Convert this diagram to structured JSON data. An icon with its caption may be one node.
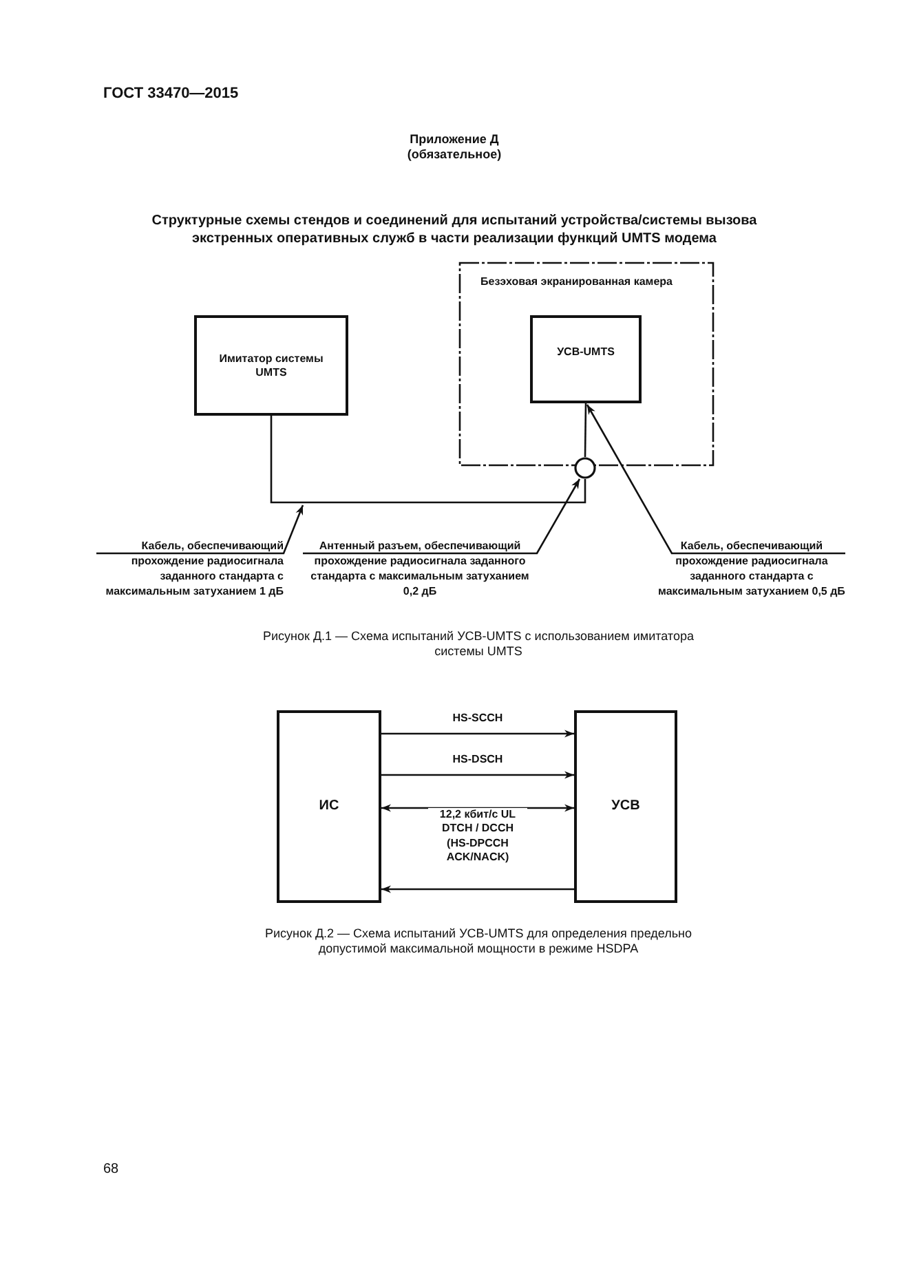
{
  "diagram": {
    "title": "Структурные схемы стендов и соединений для испытаний устройства/системы вызова экстренных оперативных служб в части реализации функций UMTS модема",
    "nodes": [
      {
        "text": [
          "Имитатор системы UMTS"
        ]
      },
      {
        "text": [
          "Безэховая экранированная камера"
        ]
      },
      {
        "text": [
          "УСВ-UMTS"
        ],
        "in": 1
      },
      {
        "text": [],
        "shape": "circle"
      },
      {
        "text": [
          "Кабель, обеспечивающий прохождение радиосигнала заданного стандарта с максимальным затуханием 1 дБ"
        ]
      },
      {
        "text": [
          "Антенный разъем, обеспечивающий прохождение радиосигнала заданного стандарта с максимальным затуханием 0,2 дБ"
        ]
      },
      {
        "text": [
          "Кабель, обеспечивающий прохождение радиосигнала заданного стандарта с максимальным затуханием 0,5 дБ"
        ]
      },
      {
        "text": [
          "ИС"
        ]
      },
      {
        "text": [
          "УСВ"
        ]
      }
    ],
    "edges": [
      {
        "from": 0,
        "to": 3,
        "arrow": "none"
      },
      {
        "from": 3,
        "to": 2,
        "arrow": "none"
      },
      {
        "from": 4,
        "to": null,
        "arrow": "to"
      },
      {
        "from": 5,
        "to": 3,
        "arrow": "to"
      },
      {
        "from": 6,
        "to": 2,
        "arrow": "to"
      },
      {
        "from": 7,
        "to": 8,
        "arrow": "to",
        "label": "HS-SCCH"
      },
      {
        "from": 7,
        "to": 8,
        "arrow": "to",
        "label": "HS-DSCH"
      },
      {
        "from": 7,
        "to": 8,
        "arrow": "both",
        "label": "12,2 кбит/с UL DTCH / DCCH"
      },
      {
        "from": 8,
        "to": 7,
        "arrow": "to",
        "label": "(HS-DPCCH ACK/NACK)"
      }
    ],
    "labels": [
      "ГОСТ 33470—2015",
      "Приложение Д",
      "(обязательное)",
      "Рисунок Д.1 — Схема испытаний УСВ-UMTS с использованием имитатора системы UMTS",
      "Рисунок Д.2 — Схема испытаний УСВ-UMTS для определения предельно допустимой максимальной мощности в режиме HSDPA",
      "68"
    ]
  }
}
